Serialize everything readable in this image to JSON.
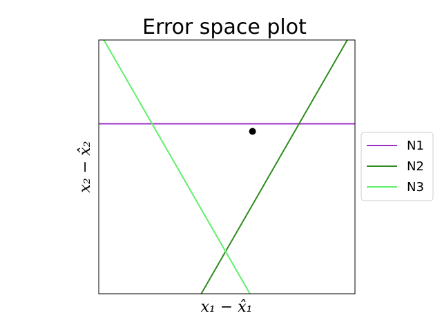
{
  "chart_data": {
    "type": "line",
    "title": "Error space plot",
    "xlabel": "x₁ − x̂₁",
    "ylabel": "x₂ − x̂₂",
    "xlim": [
      0,
      1
    ],
    "ylim": [
      0,
      1
    ],
    "grid": false,
    "legend_position": "right",
    "series": [
      {
        "name": "N1",
        "color": "#9b30c8",
        "points": [
          [
            0,
            0.67
          ],
          [
            1,
            0.67
          ]
        ]
      },
      {
        "name": "N2",
        "color": "#2e8b1e",
        "points": [
          [
            0.4,
            0
          ],
          [
            0.97,
            1
          ]
        ]
      },
      {
        "name": "N3",
        "color": "#5ef06a",
        "points": [
          [
            0.02,
            1
          ],
          [
            0.59,
            0
          ]
        ]
      }
    ],
    "marker": {
      "x": 0.6,
      "y": 0.64,
      "color": "#000000"
    }
  }
}
